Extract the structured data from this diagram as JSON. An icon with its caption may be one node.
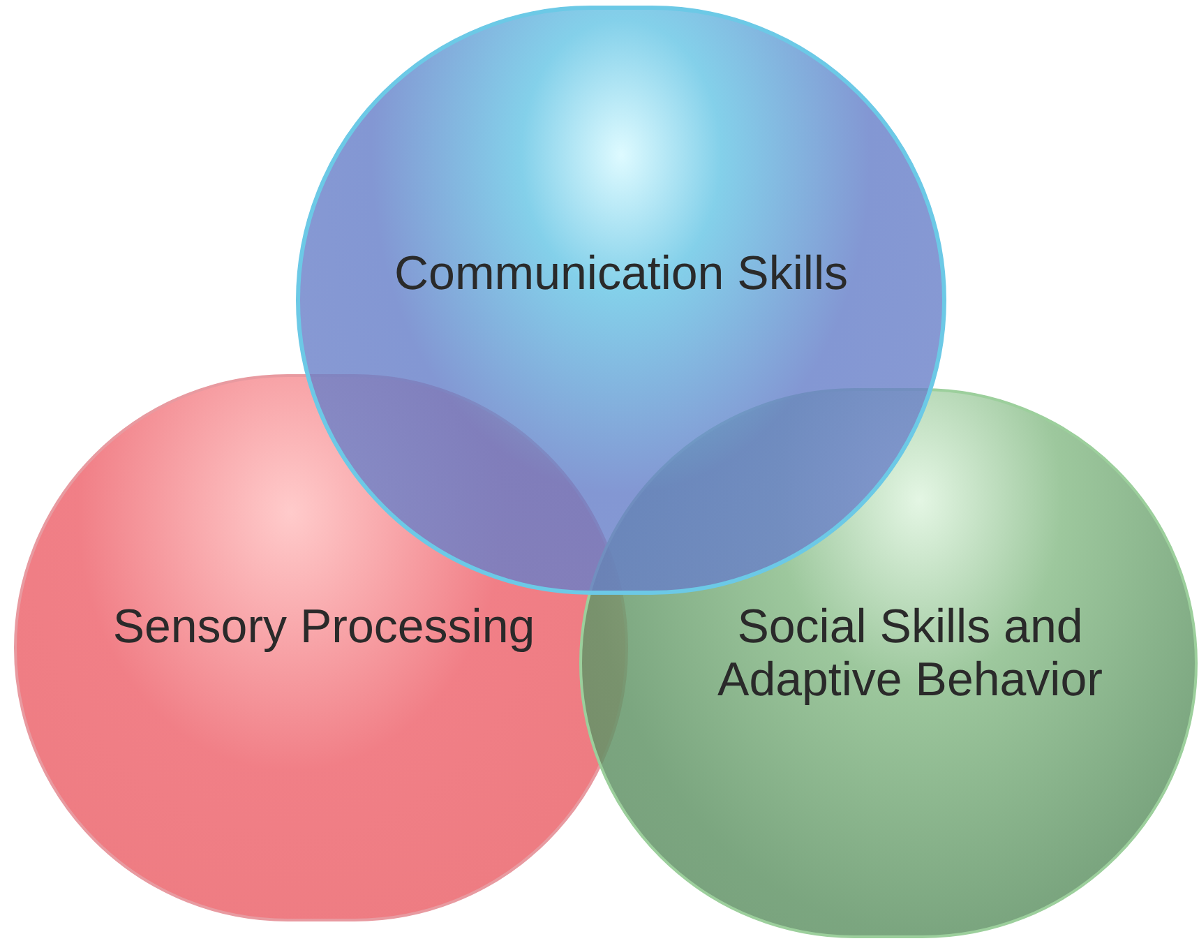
{
  "diagram": {
    "nodes": [
      {
        "text": [
          "Communication Skills"
        ]
      },
      {
        "text": [
          "Sensory Processing"
        ]
      },
      {
        "text": [
          "Social Skills and Adaptive Behavior"
        ]
      }
    ]
  }
}
